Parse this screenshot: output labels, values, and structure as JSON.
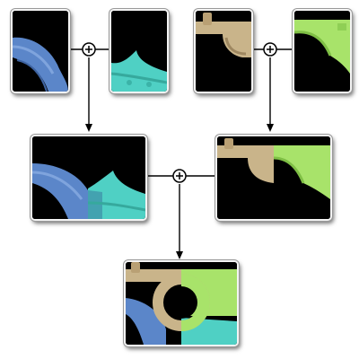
{
  "colors": {
    "background": "#ffffff",
    "tile_background": "#000000",
    "blue_part": "#5b86c9",
    "teal_part": "#4fd0c4",
    "tan_part": "#c9b48a",
    "lime_part": "#a8e36a",
    "connector": "#000000"
  },
  "nodes": [
    {
      "id": "input-a",
      "content": "blue-fragment"
    },
    {
      "id": "input-b",
      "content": "teal-fragment"
    },
    {
      "id": "input-c",
      "content": "tan-fragment"
    },
    {
      "id": "input-d",
      "content": "lime-fragment"
    },
    {
      "id": "merge-ab",
      "content": "blue-teal-merge"
    },
    {
      "id": "merge-cd",
      "content": "tan-lime-merge"
    },
    {
      "id": "final",
      "content": "blue-teal-tan-lime-merge"
    }
  ],
  "operator_symbol": "plus-circle-icon"
}
